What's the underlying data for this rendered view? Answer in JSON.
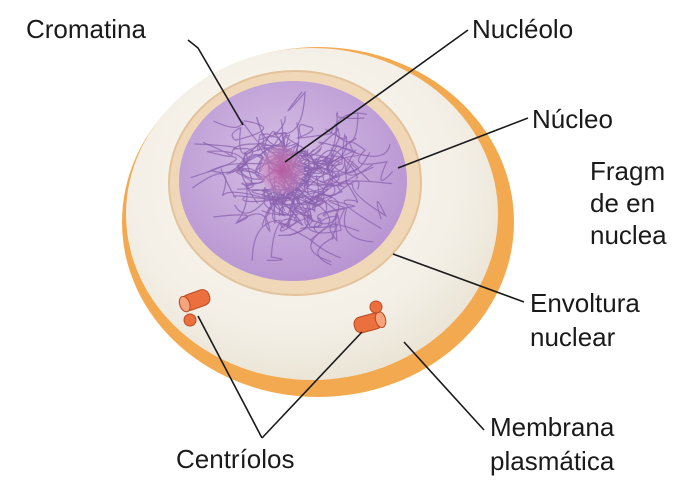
{
  "diagram": {
    "labels": {
      "cromatina": "Cromatina",
      "nucleolo": "Nucléolo",
      "nucleo": "Núcleo",
      "fragm_line1": "Fragm",
      "fragm_line2": "de en",
      "fragm_line3": "nuclea",
      "envoltura_line1": "Envoltura",
      "envoltura_line2": "nuclear",
      "centriolos": "Centríolos",
      "membrana_line1": "Membrana",
      "membrana_line2": "plasmática"
    },
    "colors": {
      "membrane": "#f2a650",
      "cytoplasm": "#f5f1e8",
      "nuclear_envelope": "#efd9bd",
      "nucleoplasm": "#c6a6da",
      "chromatin": "#8f6ab0",
      "nucleolus": "#b06aa8",
      "centriole": "#e86a3a",
      "leader_line": "#1a1a1a"
    }
  }
}
